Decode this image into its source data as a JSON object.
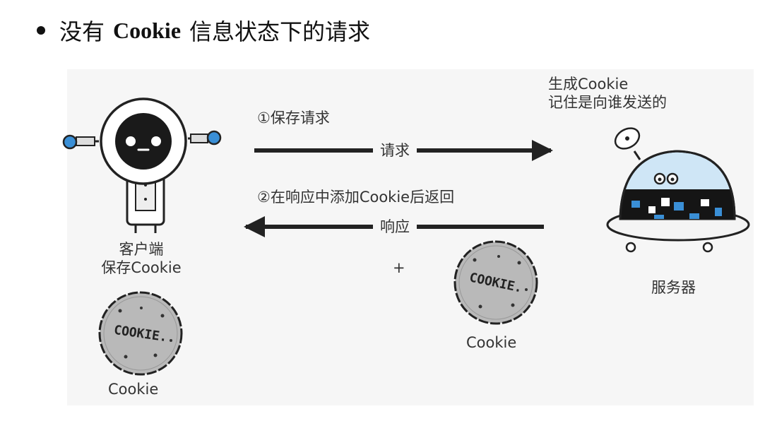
{
  "heading": {
    "before": "没有",
    "keyword": "Cookie",
    "after": "信息状态下的请求"
  },
  "client": {
    "line1": "客户端",
    "line2": "保存Cookie",
    "cookie_label": "Cookie"
  },
  "server": {
    "note_line1": "生成Cookie",
    "note_line2": "记住是向谁发送的",
    "label": "服务器"
  },
  "request": {
    "step": "①保存请求",
    "arrow_label": "请求"
  },
  "response": {
    "step": "②在响应中添加Cookie后返回",
    "arrow_label": "响应",
    "plus": "+",
    "cookie_label": "Cookie"
  },
  "cookie_stamp": "COOKIE.",
  "colors": {
    "robot_blue": "#3a8fd6",
    "cookie_gray": "#b9b9b9",
    "ink": "#222222",
    "background": "#f6f6f6"
  }
}
